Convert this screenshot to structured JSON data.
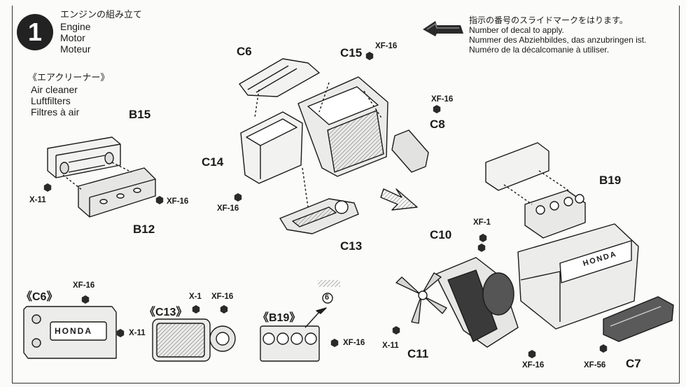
{
  "step": {
    "number": "1",
    "title_jp": "エンジンの組み立て",
    "title_en": "Engine",
    "title_de": "Motor",
    "title_fr": "Moteur"
  },
  "decal_note": {
    "jp": "指示の番号のスライドマークをはります。",
    "en": "Number of decal to apply.",
    "de": "Nummer des Abziehbildes, das anzubringen ist.",
    "fr": "Numéro de la décalcomanie à utiliser."
  },
  "air_cleaner": {
    "jp": "《エアクリーナー》",
    "en": "Air cleaner",
    "de": "Luftfilters",
    "fr": "Filtres à air"
  },
  "parts": {
    "b15": "B15",
    "b12": "B12",
    "c6": "C6",
    "c15": "C15",
    "c14": "C14",
    "c8": "C8",
    "c13": "C13",
    "c10": "C10",
    "c11": "C11",
    "b19": "B19",
    "c7": "C7"
  },
  "detail_labels": {
    "c6": "《C6》",
    "c13": "《C13》",
    "b19": "《B19》"
  },
  "callouts": {
    "x11_a": "X-11",
    "xf16_a": "XF-16",
    "xf16_c15": "XF-16",
    "xf16_c8": "XF-16",
    "xf16_c14": "XF-16",
    "xf1": "XF-1",
    "x11_c11": "X-11",
    "xf16_engine": "XF-16",
    "xf56": "XF-56",
    "xf16_c6": "XF-16",
    "x11_c6": "X-11",
    "x1_c13": "X-1",
    "xf16_c13": "XF-16",
    "xf16_b19": "XF-16",
    "decal_no": "6"
  },
  "brand": "HONDA",
  "colors": {
    "ink": "#1a1a1a",
    "paper": "#fbfbf9",
    "shade": "#9a9a9a"
  }
}
